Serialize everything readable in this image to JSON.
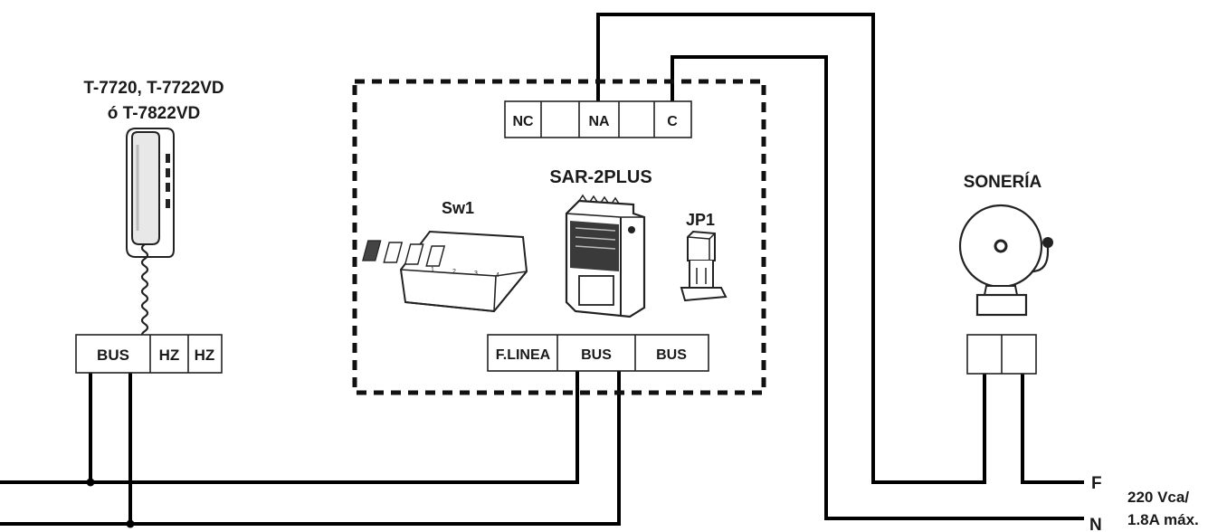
{
  "intercom": {
    "model_line1": "T-7720, T-7722VD",
    "model_line2": "ó T-7822VD",
    "terminals": [
      "BUS",
      "HZ",
      "HZ"
    ]
  },
  "module": {
    "name": "SAR-2PLUS",
    "relay_terminals": [
      "NC",
      "",
      "NA",
      "",
      "C"
    ],
    "dip_switch_label": "Sw1",
    "jumper_label": "JP1",
    "bus_terminals": [
      "F.LINEA",
      "BUS",
      "BUS"
    ]
  },
  "bell": {
    "label": "SONERÍA",
    "terminals": [
      "",
      ""
    ]
  },
  "supply": {
    "phase_label": "F",
    "neutral_label": "N",
    "voltage_line1": "220 Vca/",
    "voltage_line2": "1.8A máx."
  }
}
